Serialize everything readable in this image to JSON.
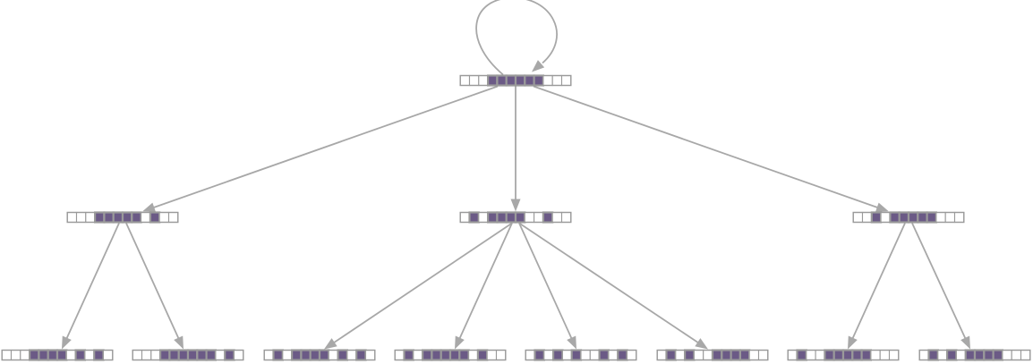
{
  "colors": {
    "filled_cell": "#6b5a86",
    "empty_cell": "#ffffff",
    "cell_border": "#9a9a9a",
    "edge": "#a8a8a8"
  },
  "nodes": [
    {
      "id": "root",
      "level": 0,
      "cells": "000111111000"
    },
    {
      "id": "left",
      "level": 1,
      "cells": "000111110100"
    },
    {
      "id": "middle",
      "level": 1,
      "cells": "010111100100"
    },
    {
      "id": "right",
      "level": 1,
      "cells": "001011111000"
    },
    {
      "id": "left-child-1",
      "level": 2,
      "cells": "000111101010"
    },
    {
      "id": "left-child-2",
      "level": 2,
      "cells": "000111111010"
    },
    {
      "id": "middle-child-1",
      "level": 2,
      "cells": "010111101010"
    },
    {
      "id": "middle-child-2",
      "level": 2,
      "cells": "010111110100"
    },
    {
      "id": "middle-child-3",
      "level": 2,
      "cells": "010101001010"
    },
    {
      "id": "middle-child-4",
      "level": 2,
      "cells": "010100111100"
    },
    {
      "id": "right-child-1",
      "level": 2,
      "cells": "010011111000"
    },
    {
      "id": "right-child-2",
      "level": 2,
      "cells": "010101111000"
    }
  ],
  "edges": [
    {
      "from": "root",
      "to": "root",
      "type": "self-loop"
    },
    {
      "from": "root",
      "to": "left"
    },
    {
      "from": "root",
      "to": "middle"
    },
    {
      "from": "root",
      "to": "right"
    },
    {
      "from": "left",
      "to": "left-child-1"
    },
    {
      "from": "left",
      "to": "left-child-2"
    },
    {
      "from": "middle",
      "to": "middle-child-1"
    },
    {
      "from": "middle",
      "to": "middle-child-2"
    },
    {
      "from": "middle",
      "to": "middle-child-3"
    },
    {
      "from": "middle",
      "to": "middle-child-4"
    },
    {
      "from": "right",
      "to": "right-child-1"
    },
    {
      "from": "right",
      "to": "right-child-2"
    }
  ]
}
